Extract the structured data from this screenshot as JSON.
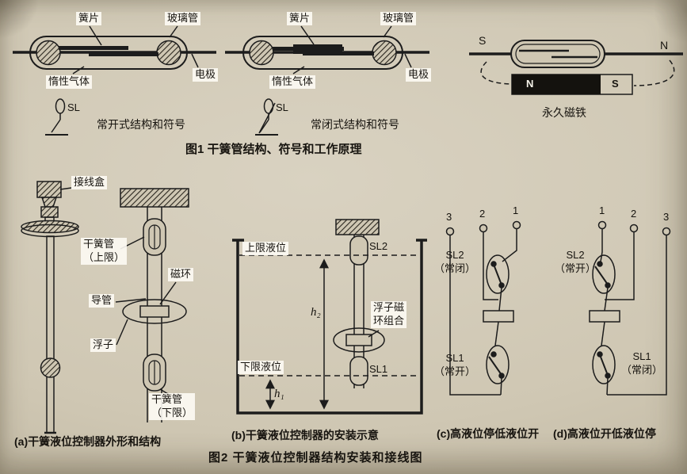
{
  "colors": {
    "paper": "#cfc7b3",
    "ink": "#1c1c1c"
  },
  "figure1": {
    "caption": "图1 干簧管结构、符号和工作原理",
    "normally_open": {
      "reed_label": "簧片",
      "glass_tube_label": "玻璃管",
      "inert_gas_label": "惰性气体",
      "electrode_label": "电极",
      "symbol_label": "SL",
      "caption": "常开式结构和符号"
    },
    "normally_closed": {
      "reed_label": "簧片",
      "glass_tube_label": "玻璃管",
      "inert_gas_label": "惰性气体",
      "electrode_label": "电极",
      "symbol_label": "SL",
      "caption": "常闭式结构和符号"
    },
    "magnet": {
      "pole_left": "S",
      "pole_right": "N",
      "bar_n": "N",
      "bar_s": "S",
      "label": "永久磁铁"
    }
  },
  "figure2": {
    "caption": "图2 干簧液位控制器结构安装和接线图",
    "panel_a": {
      "junction_box": "接线盒",
      "reed_upper_line1": "干簧管",
      "reed_upper_line2": "（上限）",
      "magnet_ring": "磁环",
      "guide_tube": "导管",
      "float": "浮子",
      "reed_lower_line1": "干簧管",
      "reed_lower_line2": "（下限）",
      "caption": "(a)干簧液位控制器外形和结构"
    },
    "panel_b": {
      "upper_level": "上限液位",
      "sl2": "SL2",
      "h2": "h₂",
      "float_ring_line1": "浮子磁",
      "float_ring_line2": "环组合",
      "lower_level": "下限液位",
      "sl1": "SL1",
      "h1": "h₁",
      "caption": "(b)干簧液位控制器的安装示意"
    },
    "panel_c": {
      "terminals": [
        "3",
        "2",
        "1"
      ],
      "sl2": "SL2",
      "sl2_state": "（常闭）",
      "sl1": "SL1",
      "sl1_state": "（常开）",
      "caption": "(c)高液位停低液位开"
    },
    "panel_d": {
      "terminals": [
        "1",
        "2",
        "3"
      ],
      "sl2": "SL2",
      "sl2_state": "（常开）",
      "sl1": "SL1",
      "sl1_state": "（常闭）",
      "caption": "(d)高液位开低液位停"
    }
  }
}
